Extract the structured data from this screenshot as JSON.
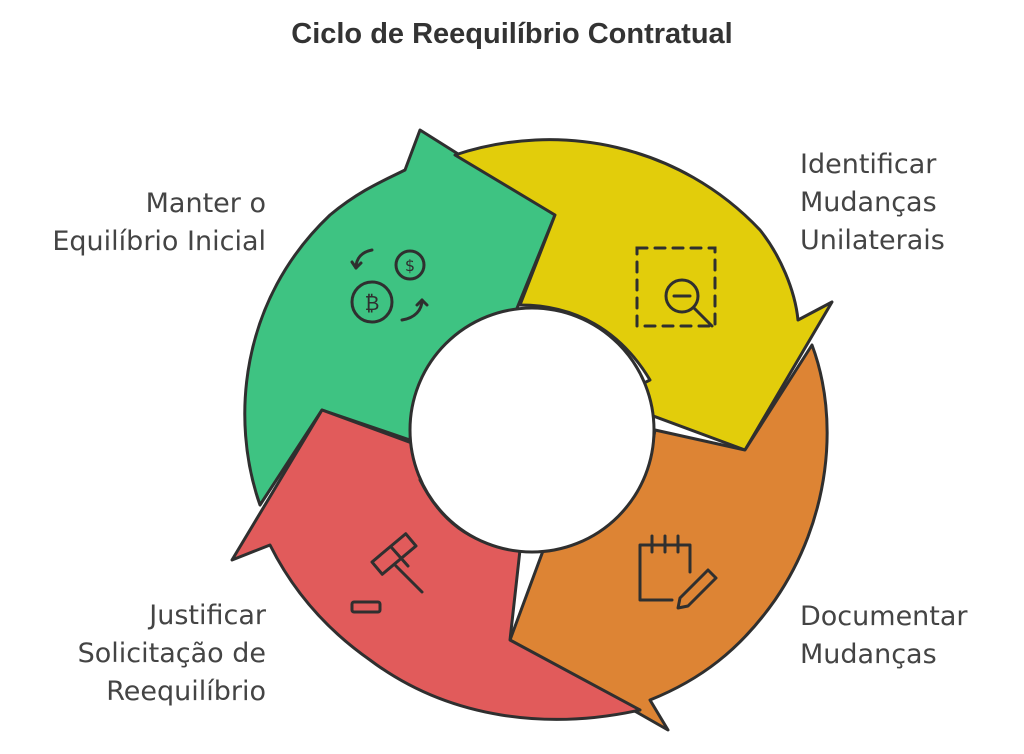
{
  "title": "Ciclo de Reequilíbrio Contratual",
  "steps": [
    {
      "id": "identificar",
      "lines": [
        "Identificar",
        "Mudanças",
        "Unilaterais"
      ],
      "color": "#E2CD0B",
      "icon": "magnifier-minus-icon"
    },
    {
      "id": "documentar",
      "lines": [
        "Documentar",
        "Mudanças"
      ],
      "color": "#DD8434",
      "icon": "notepad-pen-icon"
    },
    {
      "id": "justificar",
      "lines": [
        "Justificar",
        "Solicitação de",
        "Reequilíbrio"
      ],
      "color": "#E15B5B",
      "icon": "gavel-icon"
    },
    {
      "id": "manter",
      "lines": [
        "Manter o",
        "Equilíbrio Inicial"
      ],
      "color": "#3EC382",
      "icon": "currency-exchange-icon"
    }
  ],
  "outline_color": "#2F2F2F"
}
